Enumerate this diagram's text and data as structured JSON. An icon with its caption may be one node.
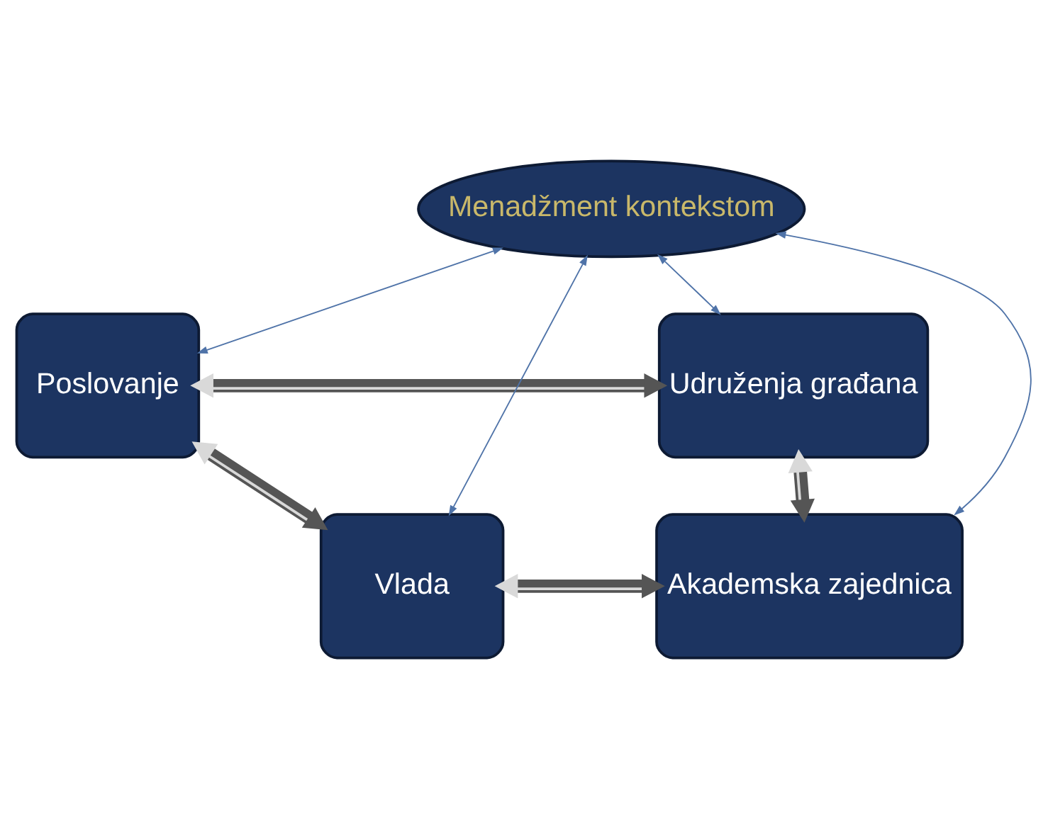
{
  "diagram": {
    "nodes": [
      {
        "text": [
          "Poslovanje"
        ]
      },
      {
        "text": [
          "Udruženja građana"
        ]
      },
      {
        "text": [
          "Menadžment kontekstom"
        ]
      },
      {
        "text": [
          "Vlada"
        ]
      },
      {
        "text": [
          "Akademska zajednica"
        ]
      }
    ],
    "edges": [
      {
        "from": 0,
        "to": 1,
        "arrow": "both",
        "style": "thick"
      },
      {
        "from": 0,
        "to": 3,
        "arrow": "both",
        "style": "thick"
      },
      {
        "from": 1,
        "to": 4,
        "arrow": "both",
        "style": "thick"
      },
      {
        "from": 3,
        "to": 4,
        "arrow": "both",
        "style": "thick"
      },
      {
        "from": 2,
        "to": 0,
        "arrow": "both",
        "color": "#4f73a8"
      },
      {
        "from": 2,
        "to": 1,
        "arrow": "both",
        "color": "#4f73a8"
      },
      {
        "from": 2,
        "to": 3,
        "arrow": "both",
        "color": "#4f73a8"
      },
      {
        "from": 2,
        "to": 4,
        "arrow": "both",
        "color": "#4f73a8"
      }
    ]
  }
}
